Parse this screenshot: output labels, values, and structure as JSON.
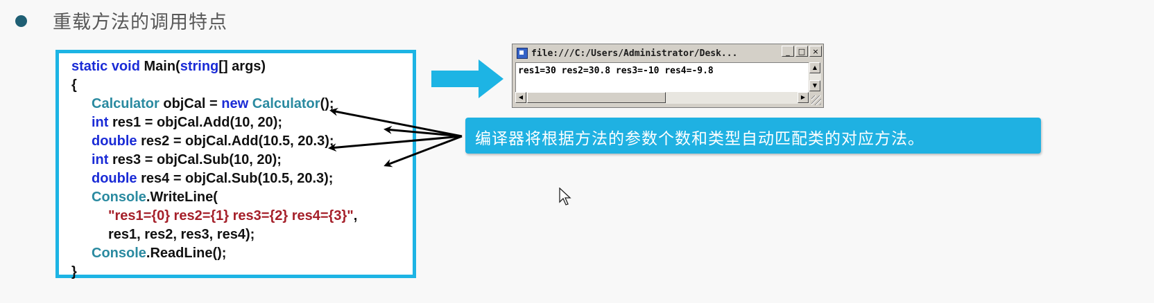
{
  "slide": {
    "heading": "重载方法的调用特点"
  },
  "code": {
    "line1": {
      "kw1": "static",
      "kw2": "void",
      "name": "Main(",
      "ty": "string",
      "rest": "[] args)"
    },
    "line2": "{",
    "line3": {
      "ty1": "Calculator",
      "mid": " objCal = ",
      "kw": "new",
      "ty2": "Calculator",
      "end": "();"
    },
    "line4": {
      "kw": "int",
      "rest": " res1 = objCal.Add(10, 20);"
    },
    "line5": {
      "kw": "double",
      "rest": " res2 = objCal.Add(10.5, 20.3);"
    },
    "line6": {
      "kw": "int",
      "rest": " res3 = objCal.Sub(10, 20);"
    },
    "line7": {
      "kw": "double",
      "rest": " res4 = objCal.Sub(10.5, 20.3);"
    },
    "line8": {
      "ty": "Console",
      "rest": ".WriteLine("
    },
    "line9": {
      "str": "\"res1={0} res2={1} res3={2} res4={3}\"",
      "rest": ","
    },
    "line10": "res1, res2, res3, res4);",
    "line11": {
      "ty": "Console",
      "rest": ".ReadLine();"
    },
    "line12": "}"
  },
  "console_window": {
    "title": "file:///C:/Users/Administrator/Desk...",
    "minimize": "_",
    "maximize": "□",
    "close": "×",
    "output": "res1=30 res2=30.8 res3=-10 res4=-9.8"
  },
  "callout": {
    "text": "编译器将根据方法的参数个数和类型自动匹配类的对应方法。"
  },
  "colors": {
    "accent": "#1db4e4",
    "keyword": "#1a2bd6",
    "type": "#2a8aa0",
    "string": "#a5202a",
    "bullet": "#1f5f74"
  },
  "icons": [
    "bullet-icon",
    "right-arrow-icon",
    "console-app-icon",
    "mouse-cursor-icon"
  ]
}
